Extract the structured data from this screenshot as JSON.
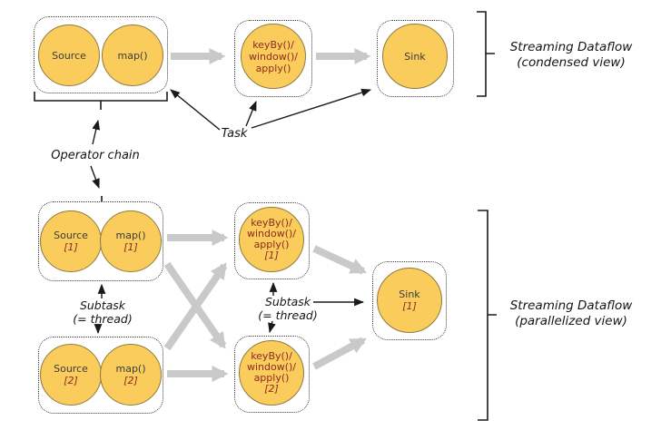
{
  "diagram": {
    "kind": "flink-streaming-dataflow",
    "colors": {
      "operator_fill": "#F9CC5C",
      "operator_stroke": "#8F7A3E",
      "dataflow_arrow": "#C9C9C9",
      "annotation_arrow": "#1a1a1a",
      "index_text": "#8E2A23",
      "label_text": "#3b3b3b"
    }
  },
  "nodes": {
    "condensed_source": {
      "label": "Source"
    },
    "condensed_map": {
      "label": "map()"
    },
    "condensed_keyby": {
      "l1": "keyBy()/",
      "l2": "window()/",
      "l3": "apply()"
    },
    "condensed_sink": {
      "label": "Sink"
    },
    "source1": {
      "label": "Source",
      "idx": "[1]"
    },
    "map1": {
      "label": "map()",
      "idx": "[1]"
    },
    "source2": {
      "label": "Source",
      "idx": "[2]"
    },
    "map2": {
      "label": "map()",
      "idx": "[2]"
    },
    "keyby1": {
      "l1": "keyBy()/",
      "l2": "window()/",
      "l3": "apply()",
      "idx": "[1]"
    },
    "keyby2": {
      "l1": "keyBy()/",
      "l2": "window()/",
      "l3": "apply()",
      "idx": "[2]"
    },
    "sink1": {
      "label": "Sink",
      "idx": "[1]"
    }
  },
  "annotations": {
    "operator_chain": "Operator chain",
    "task": "Task",
    "subtask_left": {
      "line1": "Subtask",
      "line2": "(= thread)"
    },
    "subtask_mid": {
      "line1": "Subtask",
      "line2": "(= thread)"
    },
    "condensed_view": {
      "line1": "Streaming Dataflow",
      "line2": "(condensed view)"
    },
    "parallelized_view": {
      "line1": "Streaming Dataflow",
      "line2": "(parallelized view)"
    }
  }
}
